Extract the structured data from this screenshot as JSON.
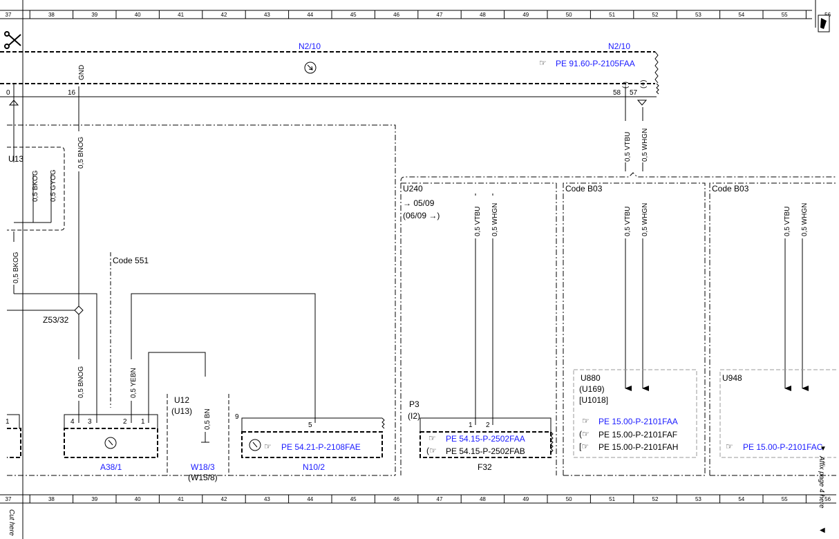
{
  "ruler": {
    "numbers": [
      "37",
      "38",
      "39",
      "40",
      "41",
      "42",
      "43",
      "44",
      "45",
      "46",
      "47",
      "48",
      "49",
      "50",
      "51",
      "52",
      "53",
      "54",
      "55",
      "56"
    ]
  },
  "side_notes": {
    "cut_here": "Cut here",
    "affix_page": "Affix page 4 here"
  },
  "components": {
    "n2_10_left": "N2/10",
    "n2_10_right": "N2/10",
    "pe_n2_10": "PE 91.60-P-2105FAA",
    "u13": "U13",
    "code_551": "Code 551",
    "z53_32": "Z53/32",
    "a38_1": "A38/1",
    "u12": "U12",
    "u13_paren": "(U13)",
    "w18_3": "W18/3",
    "w15_8": "(W15/8)",
    "n10_2": "N10/2",
    "pe_n10_2": "PE 54.21-P-2108FAE",
    "u240": "U240",
    "u240_from": "→ 05/09",
    "u240_to": "(06/09 →)",
    "p3": "P3",
    "i2": "(I2)",
    "f32": "F32",
    "pe_f32_a": "PE 54.15-P-2502FAA",
    "pe_f32_b": "PE 54.15-P-2502FAB",
    "code_b03_1": "Code B03",
    "code_b03_2": "Code B03",
    "u880": "U880",
    "u169": "(U169)",
    "u1018": "[U1018]",
    "pe_u880_a": "PE 15.00-P-2101FAA",
    "pe_u880_b": "PE 15.00-P-2101FAF",
    "pe_u880_c": "PE 15.00-P-2101FAH",
    "u948": "U948",
    "pe_u948": "PE 15.00-P-2101FAC"
  },
  "pins": {
    "p0": "0",
    "p16": "16",
    "gnd": "GND",
    "p58": "58",
    "p57": "57",
    "minus": "(-)",
    "plus": "(+)",
    "a_4": "4",
    "a_3": "3",
    "a_2": "2",
    "a_1": "1",
    "a_l1": "1",
    "n10_9": "9",
    "n10_5": "5",
    "f32_1": "1",
    "f32_2": "2"
  },
  "wires": {
    "bnog_top": "0,5 BNOG",
    "bkog": "0,5 BKOG",
    "gyog": "0,5 GYOG",
    "bkog_left": "0,5 BKOG",
    "bnog_low": "0,5 BNOG",
    "yebn": "0,5 YEBN",
    "bn": "0,5 BN",
    "vtbu_top": "0,5 VTBU",
    "whgn_top": "0,5 WHGN",
    "vtbu_f32": "0,5 VTBU",
    "whgn_f32": "0,5 WHGN",
    "vtbu_b03a": "0,5 VTBU",
    "whgn_b03a": "0,5 WHGN",
    "vtbu_b03b": "0,5 VTBU",
    "whgn_b03b": "0,5 WHGN"
  },
  "colors": {
    "link": "#1a1aff",
    "line": "#000000",
    "grey": "#9a9a9a"
  }
}
